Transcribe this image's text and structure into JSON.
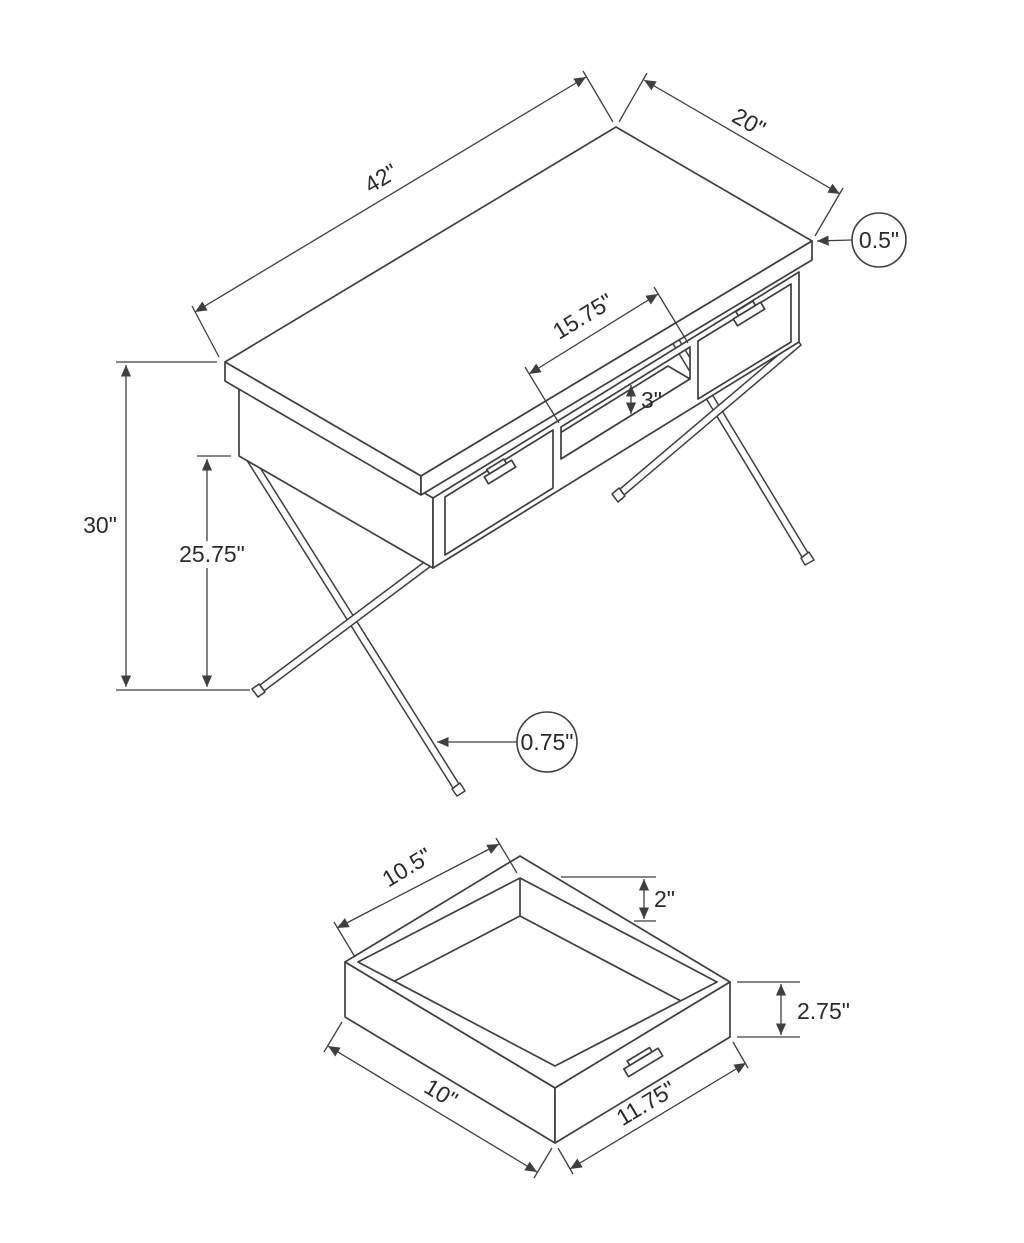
{
  "colors": {
    "ink": "#3f3f3f",
    "background": "#ffffff"
  },
  "desk_view": {
    "width_label": "42\"",
    "depth_label": "20\"",
    "top_thickness_label": "0.5\"",
    "opening_width_label": "15.75\"",
    "opening_height_label": "3\"",
    "overall_height_label": "30\"",
    "underside_height_label": "25.75\"",
    "leg_thickness_label": "0.75\""
  },
  "drawer_view": {
    "inner_width_label": "10.5\"",
    "wall_height_label": "2\"",
    "outer_height_label": "2.75\"",
    "bottom_depth_label": "10\"",
    "bottom_width_label": "11.75\""
  }
}
